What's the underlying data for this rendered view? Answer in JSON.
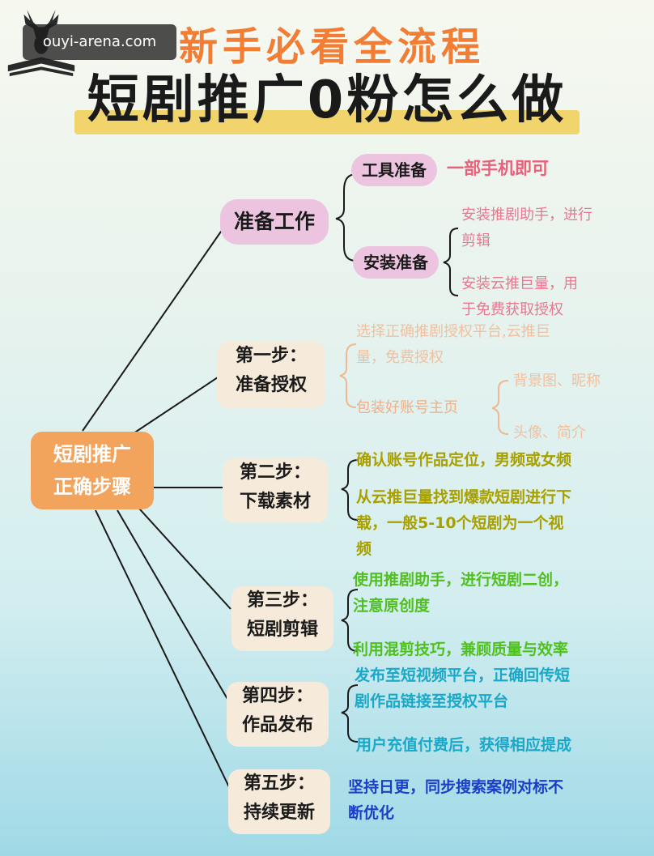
{
  "watermark": {
    "text": "ouyi-arena.com",
    "logo_icon": "deer-book-logo-icon"
  },
  "title": {
    "line1": "新手必看全流程",
    "line2": "短剧推广0粉怎么做"
  },
  "central": {
    "line1": "短剧推广",
    "line2": "正确步骤"
  },
  "branches": {
    "prep": {
      "label": "准备工作",
      "tool": {
        "label": "工具准备",
        "note": "一部手机即可"
      },
      "install": {
        "label": "安装准备",
        "note1_l1": "安装推剧助手，进行",
        "note1_l2": "剪辑",
        "note2_l1": "安装云推巨量，用",
        "note2_l2": "于免费获取授权"
      }
    },
    "step1": {
      "label_l1": "第一步：",
      "label_l2": "准备授权",
      "note1_l1": "选择正确推剧授权平台,云推巨",
      "note1_l2": "量，免费授权",
      "note2": "包装好账号主页",
      "sub1": "背景图、昵称",
      "sub2": "头像、简介"
    },
    "step2": {
      "label_l1": "第二步：",
      "label_l2": "下载素材",
      "note1": "确认账号作品定位，男频或女频",
      "note2_l1": "从云推巨量找到爆款短剧进行下",
      "note2_l2": "载，一般5-10个短剧为一个视",
      "note2_l3": "频"
    },
    "step3": {
      "label_l1": "第三步：",
      "label_l2": "短剧剪辑",
      "note1_l1": "使用推剧助手，进行短剧二创，",
      "note1_l2": "注意原创度",
      "note2": "利用混剪技巧，兼顾质量与效率"
    },
    "step4": {
      "label_l1": "第四步：",
      "label_l2": "作品发布",
      "note1_l1": "发布至短视频平台，正确回传短",
      "note1_l2": "剧作品链接至授权平台",
      "note2": "用户充值付费后，获得相应提成"
    },
    "step5": {
      "label_l1": "第五步：",
      "label_l2": "持续更新",
      "note1_l1": "坚持日更，同步搜索案例对标不",
      "note1_l2": "断优化"
    }
  },
  "colors": {
    "prep": "#e8607a",
    "step1": "#f0a878",
    "step2": "#a8a000",
    "step3": "#50c020",
    "step4": "#1aa8c8",
    "step5": "#1a3ec8",
    "central": "#f2a35c",
    "title_orange": "#f27d33"
  }
}
